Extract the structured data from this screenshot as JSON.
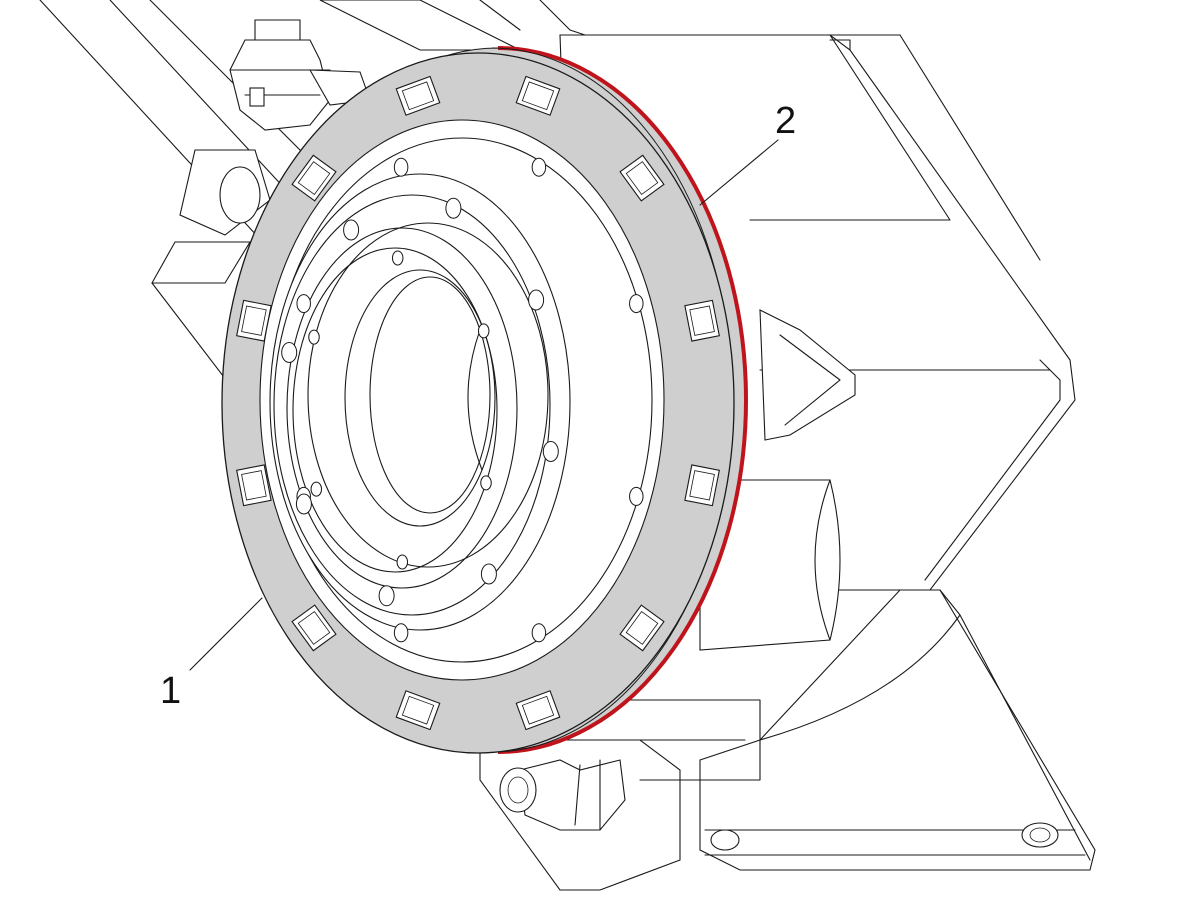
{
  "callouts": [
    {
      "label": "1",
      "target": "outer-ring"
    },
    {
      "label": "2",
      "target": "red-seal"
    }
  ],
  "colors": {
    "ring_fill": "#cfcfcf",
    "seal": "#c0141c",
    "line": "#1a1a1a",
    "background": "#ffffff"
  },
  "ring_lugs": 12
}
